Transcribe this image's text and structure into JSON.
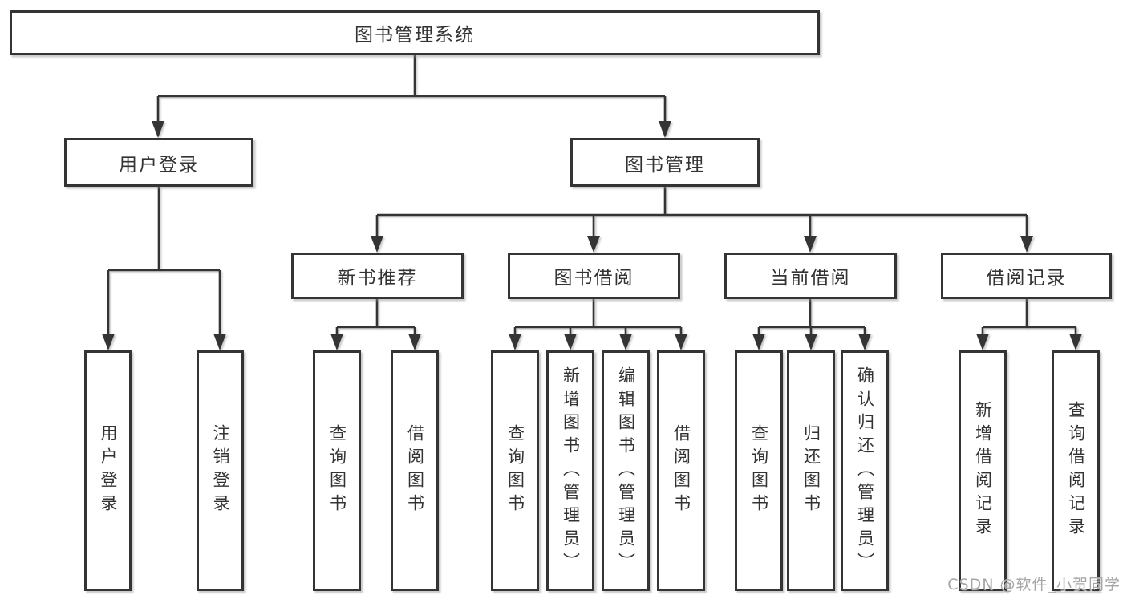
{
  "colors": {
    "line": "#343434",
    "box-border": "#343434",
    "text": "#333333",
    "watermark": "#a6a6a6",
    "bg": "#ffffff"
  },
  "diagram": {
    "title": "图书管理系统",
    "root": {
      "label": "图书管理系统"
    },
    "branches": {
      "user_login": {
        "label": "用户登录",
        "children": [
          "用户登录",
          "注销登录"
        ]
      },
      "book_mgmt": {
        "label": "图书管理",
        "children": {
          "new_books": {
            "label": "新书推荐",
            "children": [
              "查询图书",
              "借阅图书"
            ]
          },
          "book_borrow": {
            "label": "图书借阅",
            "children": [
              "查询图书",
              "新增图书（管理员）",
              "编辑图书（管理员）",
              "借阅图书"
            ]
          },
          "current_borrow": {
            "label": "当前借阅",
            "children": [
              "查询图书",
              "归还图书",
              "确认归还（管理员）"
            ]
          },
          "borrow_records": {
            "label": "借阅记录",
            "children": [
              "新增借阅记录",
              "查询借阅记录"
            ]
          }
        }
      }
    }
  },
  "watermark": {
    "text": "CSDN @软件_小贺同学"
  }
}
